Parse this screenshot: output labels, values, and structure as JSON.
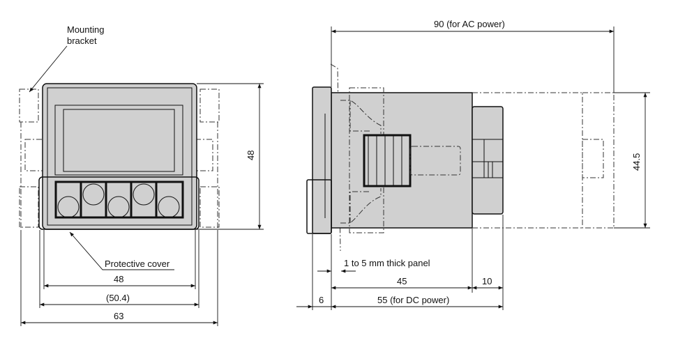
{
  "front_view": {
    "mounting_bracket_label_line1": "Mounting",
    "mounting_bracket_label_line2": "bracket",
    "protective_cover_label": "Protective cover",
    "height_dim": "48",
    "width_dim": "48",
    "cover_width_dim": "(50.4)",
    "bracket_width_dim": "63"
  },
  "side_view": {
    "ac_length_dim": "90 (for AC power)",
    "height_dim": "44.5",
    "panel_label": "1 to 5 mm thick panel",
    "body_depth_dim": "45",
    "terminal_dim": "10",
    "bezel_dim": "6",
    "dc_length_dim": "55 (for DC power)"
  }
}
